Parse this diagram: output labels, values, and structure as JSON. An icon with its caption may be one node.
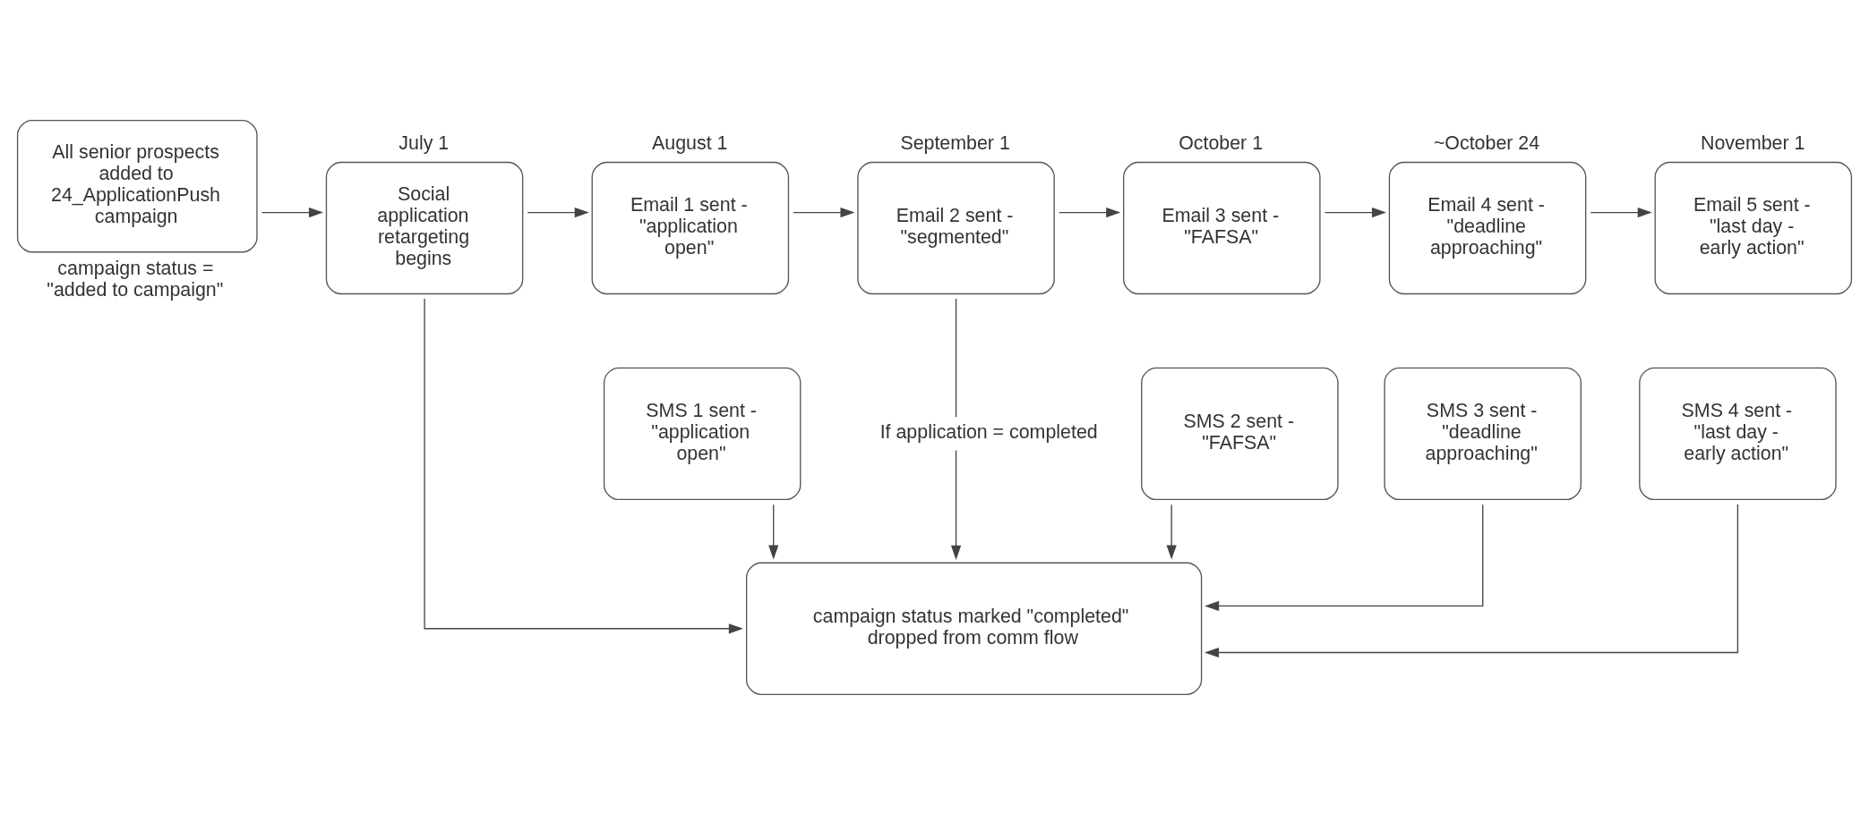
{
  "diagram": {
    "nodes": [
      {
        "text": [
          "All senior prospects added to 24_ApplicationPush campaign"
        ],
        "beside": [
          "campaign status = \"added to campaign\""
        ]
      },
      {
        "text": [
          "Social application retargeting begins"
        ],
        "beside": [
          "July 1"
        ]
      },
      {
        "text": [
          "Email 1 sent - \"application open\""
        ],
        "beside": [
          "August 1"
        ]
      },
      {
        "text": [
          "Email 2 sent - \"segmented\""
        ],
        "beside": [
          "September 1"
        ]
      },
      {
        "text": [
          "Email 3 sent - \"FAFSA\""
        ],
        "beside": [
          "October 1"
        ]
      },
      {
        "text": [
          "Email 4 sent - \"deadline approaching\""
        ],
        "beside": [
          "~October 24"
        ]
      },
      {
        "text": [
          "Email 5 sent - \"last day - early action\""
        ],
        "beside": [
          "November 1"
        ]
      },
      {
        "text": [
          "SMS 1 sent - \"application open\""
        ]
      },
      {
        "text": [
          "SMS 2 sent - \"FAFSA\""
        ]
      },
      {
        "text": [
          "SMS 3 sent - \"deadline approaching\""
        ]
      },
      {
        "text": [
          "SMS 4 sent - \"last day - early action\""
        ]
      },
      {
        "text": [
          "campaign status marked \"completed\" dropped from comm flow"
        ]
      }
    ],
    "edges": [
      {
        "from": 0,
        "to": 1,
        "arrow": "to"
      },
      {
        "from": 1,
        "to": 2,
        "arrow": "to"
      },
      {
        "from": 2,
        "to": 3,
        "arrow": "to"
      },
      {
        "from": 3,
        "to": 4,
        "arrow": "to"
      },
      {
        "from": 4,
        "to": 5,
        "arrow": "to"
      },
      {
        "from": 5,
        "to": 6,
        "arrow": "to"
      },
      {
        "from": 1,
        "to": 11,
        "arrow": "to"
      },
      {
        "from": 7,
        "to": 11,
        "arrow": "to"
      },
      {
        "from": 3,
        "to": 11,
        "arrow": "to",
        "label": "If application = completed"
      },
      {
        "from": 8,
        "to": 11,
        "arrow": "to"
      },
      {
        "from": 9,
        "to": 11,
        "arrow": "to"
      },
      {
        "from": 10,
        "to": 11,
        "arrow": "to"
      }
    ]
  }
}
